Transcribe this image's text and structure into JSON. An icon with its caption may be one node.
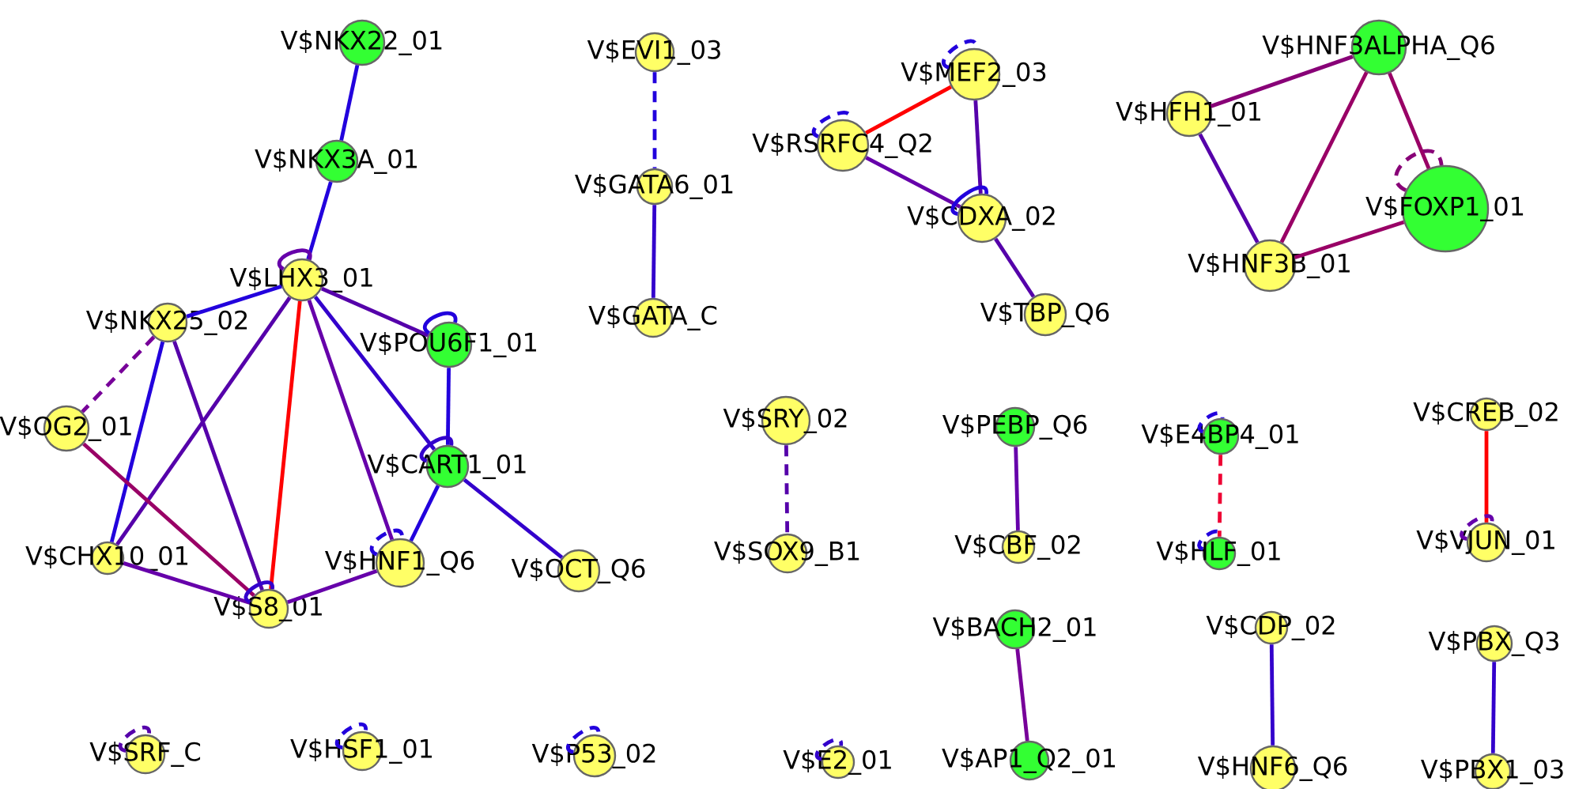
{
  "diagram": {
    "nodes": [
      {
        "text": [
          "V$NKX22_01"
        ]
      },
      {
        "text": [
          "V$NKX3A_01"
        ]
      },
      {
        "text": [
          "V$LHX3_01"
        ]
      },
      {
        "text": [
          "V$NKX25_02"
        ]
      },
      {
        "text": [
          "V$POU6F1_01"
        ]
      },
      {
        "text": [
          "V$OG2_01"
        ]
      },
      {
        "text": [
          "V$CART1_01"
        ]
      },
      {
        "text": [
          "V$CHX10_01"
        ]
      },
      {
        "text": [
          "V$HNF1_Q6"
        ]
      },
      {
        "text": [
          "V$OCT_Q6"
        ]
      },
      {
        "text": [
          "V$S8_01"
        ]
      },
      {
        "text": [
          "V$EVI1_03"
        ]
      },
      {
        "text": [
          "V$GATA6_01"
        ]
      },
      {
        "text": [
          "V$GATA_C"
        ]
      },
      {
        "text": [
          "V$MEF2_03"
        ]
      },
      {
        "text": [
          "V$RSRFC4_Q2"
        ]
      },
      {
        "text": [
          "V$CDXA_02"
        ]
      },
      {
        "text": [
          "V$TBP_Q6"
        ]
      },
      {
        "text": [
          "V$HNF3ALPHA_Q6"
        ]
      },
      {
        "text": [
          "V$HFH1_01"
        ]
      },
      {
        "text": [
          "V$FOXP1_01"
        ]
      },
      {
        "text": [
          "V$HNF3B_01"
        ]
      },
      {
        "text": [
          "V$SRY_02"
        ]
      },
      {
        "text": [
          "V$SOX9_B1"
        ]
      },
      {
        "text": [
          "V$PEBP_Q6"
        ]
      },
      {
        "text": [
          "V$CBF_02"
        ]
      },
      {
        "text": [
          "V$E4BP4_01"
        ]
      },
      {
        "text": [
          "V$HLF_01"
        ]
      },
      {
        "text": [
          "V$CREB_02"
        ]
      },
      {
        "text": [
          "V$VJUN_01"
        ]
      },
      {
        "text": [
          "V$BACH2_01"
        ]
      },
      {
        "text": [
          "V$AP1_Q2_01"
        ]
      },
      {
        "text": [
          "V$CDP_02"
        ]
      },
      {
        "text": [
          "V$HNF6_Q6"
        ]
      },
      {
        "text": [
          "V$PBX_Q3"
        ]
      },
      {
        "text": [
          "V$PBX1_03"
        ]
      },
      {
        "text": [
          "V$SRF_C"
        ]
      },
      {
        "text": [
          "V$HSF1_01"
        ]
      },
      {
        "text": [
          "V$P53_02"
        ]
      },
      {
        "text": [
          "V$E2_01"
        ]
      }
    ],
    "edges": [
      {
        "from": 0,
        "to": 1,
        "arrow": "none",
        "color": "#2200dd"
      },
      {
        "from": 1,
        "to": 2,
        "arrow": "none",
        "color": "#2200dd"
      },
      {
        "from": 2,
        "to": 2,
        "arrow": "none",
        "color": "#6600aa"
      },
      {
        "from": 2,
        "to": 3,
        "arrow": "none",
        "color": "#2200dd"
      },
      {
        "from": 2,
        "to": 4,
        "arrow": "none",
        "color": "#5500aa"
      },
      {
        "from": 2,
        "to": 7,
        "arrow": "none",
        "color": "#5500aa"
      },
      {
        "from": 2,
        "to": 10,
        "arrow": "none",
        "color": "#ff0000"
      },
      {
        "from": 2,
        "to": 8,
        "arrow": "none",
        "color": "#6600aa"
      },
      {
        "from": 2,
        "to": 6,
        "arrow": "none",
        "color": "#3300cc"
      },
      {
        "from": 4,
        "to": 4,
        "arrow": "none",
        "color": "#2200dd"
      },
      {
        "from": 4,
        "to": 6,
        "arrow": "none",
        "color": "#2200dd"
      },
      {
        "from": 6,
        "to": 6,
        "arrow": "none",
        "color": "#3300cc"
      },
      {
        "from": 6,
        "to": 8,
        "arrow": "none",
        "color": "#2200dd"
      },
      {
        "from": 6,
        "to": 9,
        "arrow": "none",
        "color": "#3300cc"
      },
      {
        "from": 8,
        "to": 8,
        "arrow": "none",
        "style": "dashed",
        "color": "#2200dd"
      },
      {
        "from": 8,
        "to": 10,
        "arrow": "none",
        "color": "#6600aa"
      },
      {
        "from": 3,
        "to": 5,
        "arrow": "none",
        "style": "dashed",
        "color": "#770099"
      },
      {
        "from": 3,
        "to": 7,
        "arrow": "none",
        "color": "#2200dd"
      },
      {
        "from": 3,
        "to": 10,
        "arrow": "none",
        "color": "#5500aa"
      },
      {
        "from": 5,
        "to": 10,
        "arrow": "none",
        "color": "#990066"
      },
      {
        "from": 7,
        "to": 10,
        "arrow": "none",
        "color": "#6600aa"
      },
      {
        "from": 10,
        "to": 10,
        "arrow": "none",
        "color": "#3300cc"
      },
      {
        "from": 11,
        "to": 12,
        "arrow": "none",
        "style": "dashed",
        "color": "#2200dd"
      },
      {
        "from": 12,
        "to": 13,
        "arrow": "none",
        "color": "#3300cc"
      },
      {
        "from": 14,
        "to": 14,
        "arrow": "none",
        "style": "dashed",
        "color": "#2200dd"
      },
      {
        "from": 15,
        "to": 15,
        "arrow": "none",
        "style": "dashed",
        "color": "#2200dd"
      },
      {
        "from": 14,
        "to": 15,
        "arrow": "none",
        "color": "#ff0000"
      },
      {
        "from": 14,
        "to": 16,
        "arrow": "none",
        "color": "#5500aa"
      },
      {
        "from": 15,
        "to": 16,
        "arrow": "none",
        "color": "#6600aa"
      },
      {
        "from": 16,
        "to": 16,
        "arrow": "none",
        "color": "#2200dd"
      },
      {
        "from": 16,
        "to": 17,
        "arrow": "none",
        "color": "#5500aa"
      },
      {
        "from": 18,
        "to": 19,
        "arrow": "none",
        "color": "#880077"
      },
      {
        "from": 18,
        "to": 21,
        "arrow": "none",
        "color": "#990066"
      },
      {
        "from": 18,
        "to": 20,
        "arrow": "none",
        "color": "#990066"
      },
      {
        "from": 20,
        "to": 20,
        "arrow": "none",
        "style": "dashed",
        "color": "#880077"
      },
      {
        "from": 19,
        "to": 21,
        "arrow": "none",
        "color": "#5500aa"
      },
      {
        "from": 21,
        "to": 20,
        "arrow": "none",
        "color": "#990066"
      },
      {
        "from": 22,
        "to": 23,
        "arrow": "none",
        "style": "dashed",
        "color": "#5500aa"
      },
      {
        "from": 24,
        "to": 25,
        "arrow": "none",
        "color": "#6600aa"
      },
      {
        "from": 26,
        "to": 26,
        "arrow": "none",
        "style": "dashed",
        "color": "#2200dd"
      },
      {
        "from": 26,
        "to": 27,
        "arrow": "none",
        "style": "dashed",
        "color": "#ee0033"
      },
      {
        "from": 27,
        "to": 27,
        "arrow": "none",
        "style": "dashed",
        "color": "#2200dd"
      },
      {
        "from": 28,
        "to": 29,
        "arrow": "none",
        "color": "#ff0000"
      },
      {
        "from": 29,
        "to": 29,
        "arrow": "none",
        "style": "dashed",
        "color": "#6600aa"
      },
      {
        "from": 30,
        "to": 31,
        "arrow": "none",
        "color": "#770099"
      },
      {
        "from": 32,
        "to": 33,
        "arrow": "none",
        "color": "#3300cc"
      },
      {
        "from": 34,
        "to": 35,
        "arrow": "none",
        "color": "#3300cc"
      },
      {
        "from": 36,
        "to": 36,
        "arrow": "none",
        "style": "dashed",
        "color": "#5500aa"
      },
      {
        "from": 37,
        "to": 37,
        "arrow": "none",
        "style": "dashed",
        "color": "#2200dd"
      },
      {
        "from": 38,
        "to": 38,
        "arrow": "none",
        "style": "dashed",
        "color": "#2200dd"
      },
      {
        "from": 39,
        "to": 39,
        "arrow": "none",
        "style": "dashed",
        "color": "#3300cc"
      }
    ]
  }
}
